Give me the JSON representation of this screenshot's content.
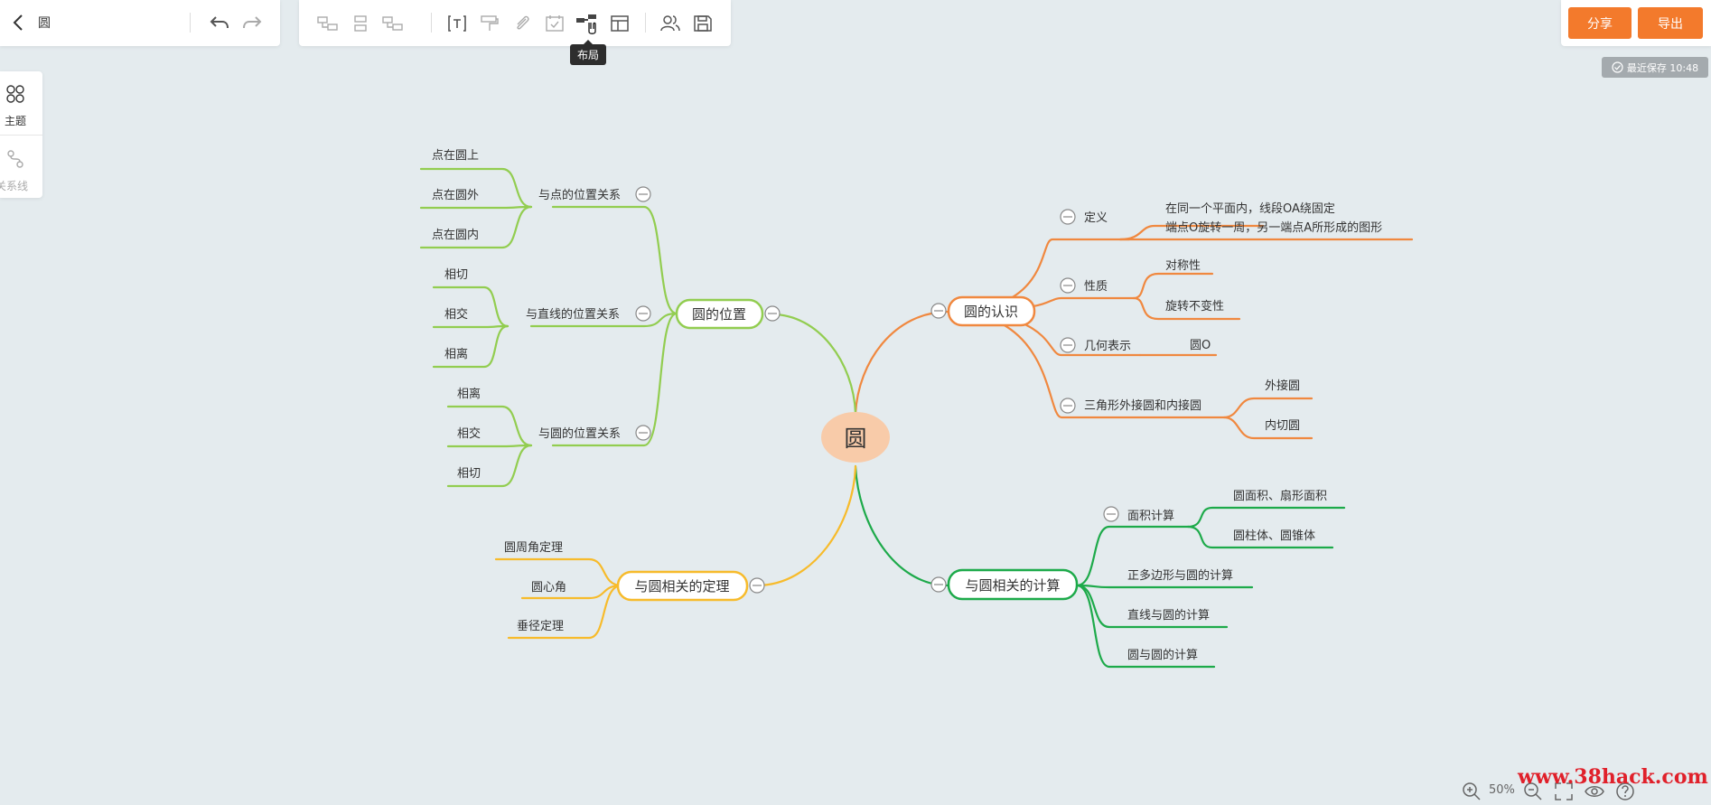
{
  "document": {
    "title": "圆"
  },
  "toolbar": {
    "tooltip": "布局"
  },
  "header_actions": {
    "share_label": "分享",
    "export_label": "导出"
  },
  "save_status": "最近保存 10:48",
  "side_panel": {
    "theme_label": "主题",
    "relation_label": "关系线"
  },
  "zoom": {
    "level": "50%"
  },
  "watermark": "www.38hack.com",
  "colors": {
    "accent": "#f37a2c",
    "root_fill": "#f8cba9",
    "orange": "#f0883f",
    "lightgreen": "#92cd50",
    "green": "#1daa4a",
    "yellow": "#f7bb2b"
  },
  "mindmap": {
    "root": "圆",
    "b1": {
      "title": "圆的认识",
      "def": "定义",
      "def_text1": "在同一个平面内，线段OA绕固定",
      "def_text2": "端点O旋转一周，另一端点A所形成的图形",
      "prop": "性质",
      "prop1": "对称性",
      "prop2": "旋转不变性",
      "geo": "几何表示",
      "geo1": "圆O",
      "tri": "三角形外接圆和内接圆",
      "tri1": "外接圆",
      "tri2": "内切圆"
    },
    "b2": {
      "title": "圆的位置",
      "point": "与点的位置关系",
      "point1": "点在圆上",
      "point2": "点在圆外",
      "point3": "点在圆内",
      "line": "与直线的位置关系",
      "line1": "相切",
      "line2": "相交",
      "line3": "相离",
      "circle": "与圆的位置关系",
      "circle1": "相离",
      "circle2": "相交",
      "circle3": "相切"
    },
    "b3": {
      "title": "与圆相关的定理",
      "t1": "圆周角定理",
      "t2": "圆心角",
      "t3": "垂径定理"
    },
    "b4": {
      "title": "与圆相关的计算",
      "area": "面积计算",
      "area1": "圆面积、扇形面积",
      "area2": "圆柱体、圆锥体",
      "c2": "正多边形与圆的计算",
      "c3": "直线与圆的计算",
      "c4": "圆与圆的计算"
    }
  }
}
